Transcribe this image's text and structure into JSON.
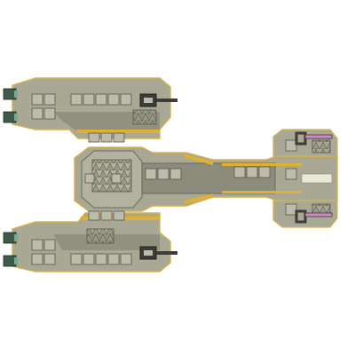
{
  "ship": {
    "colors": {
      "hull": "#a8a894",
      "hull_dark": "#7d7d70",
      "hull_light": "#c9c9b6",
      "outline": "#d6b24a",
      "accent": "#e0b030",
      "room": "#bcbcaa",
      "room_border": "#565650",
      "engine": "#3f5a4a",
      "engine_glow": "#6fae8c",
      "pink": "#d38ac2",
      "background": "#ffffff"
    },
    "weapons": [
      {
        "name": "upper-left-cannon"
      },
      {
        "name": "lower-left-cannon"
      },
      {
        "name": "upper-right-beam"
      },
      {
        "name": "lower-right-beam"
      }
    ]
  }
}
